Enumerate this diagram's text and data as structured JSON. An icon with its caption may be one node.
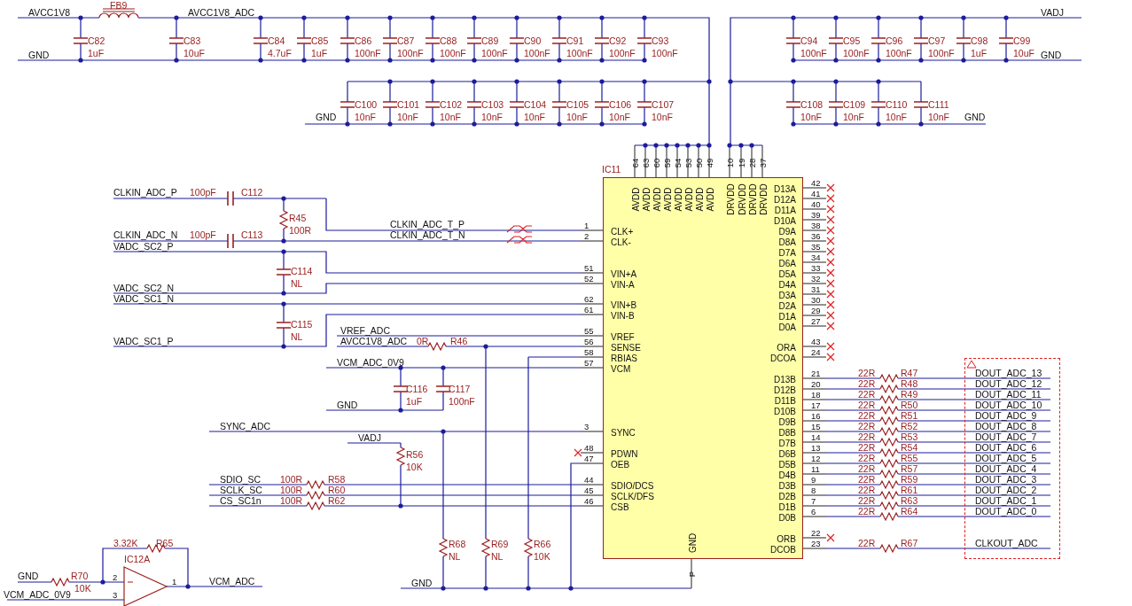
{
  "diagram": {
    "nodes": [
      {
        "text": [
          "IC11",
          "AVDD",
          "AVDD",
          "AVDD",
          "AVDD",
          "AVDD",
          "AVDD",
          "AVDD",
          "AVDD",
          "DRVDD",
          "DRVDD",
          "DRVDD",
          "DRVDD",
          "CLK+",
          "CLK-",
          "VIN+A",
          "VIN-A",
          "VIN+B",
          "VIN-B",
          "VREF",
          "SENSE",
          "RBIAS",
          "VCM",
          "SYNC",
          "PDWN",
          "OEB",
          "SDIO/DCS",
          "SCLK/DFS",
          "CSB",
          "D13A",
          "D12A",
          "D11A",
          "D10A",
          "D9A",
          "D8A",
          "D7A",
          "D6A",
          "D5A",
          "D4A",
          "D3A",
          "D2A",
          "D1A",
          "D0A",
          "ORA",
          "DCOA",
          "D13B",
          "D12B",
          "D11B",
          "D10B",
          "D9B",
          "D8B",
          "D7B",
          "D6B",
          "D5B",
          "D4B",
          "D3B",
          "D2B",
          "D1B",
          "D0B",
          "ORB",
          "DCOB",
          "GND"
        ]
      },
      {
        "text": [
          "IC12A"
        ],
        "beside": [
          "2",
          "1",
          "3"
        ]
      }
    ],
    "labels": [
      "AVCC1V8",
      "GND",
      "FB9",
      "AVCC1V8_ADC",
      "C82",
      "1uF",
      "C83",
      "10uF",
      "C84",
      "4.7uF",
      "C85",
      "1uF",
      "C86",
      "100nF",
      "C87",
      "100nF",
      "C88",
      "100nF",
      "C89",
      "100nF",
      "C90",
      "100nF",
      "C91",
      "100nF",
      "C92",
      "100nF",
      "C93",
      "100nF",
      "GND",
      "C100",
      "10nF",
      "C101",
      "10nF",
      "C102",
      "10nF",
      "C103",
      "10nF",
      "C104",
      "10nF",
      "C105",
      "10nF",
      "C106",
      "10nF",
      "C107",
      "10nF",
      "VADJ",
      "GND",
      "C94",
      "100nF",
      "C95",
      "100nF",
      "C96",
      "100nF",
      "C97",
      "100nF",
      "C98",
      "1uF",
      "C99",
      "10uF",
      "GND",
      "C108",
      "10nF",
      "C109",
      "10nF",
      "C110",
      "10nF",
      "C111",
      "10nF",
      "CLKIN_ADC_P",
      "100pF",
      "C112",
      "R45",
      "100R",
      "CLKIN_ADC_T_P",
      "CLKIN_ADC_N",
      "100pF",
      "C113",
      "CLKIN_ADC_T_N",
      "VADC_SC2_P",
      "C114",
      "NL",
      "VADC_SC2_N",
      "VADC_SC1_N",
      "C115",
      "NL",
      "VADC_SC1_P",
      "VREF_ADC",
      "AVCC1V8_ADC",
      "0R",
      "R46",
      "VCM_ADC_0V9",
      "C116",
      "1uF",
      "C117",
      "100nF",
      "GND",
      "SYNC_ADC",
      "VADJ",
      "R56",
      "10K",
      "SDIO_SC",
      "100R",
      "R58",
      "SCLK_SC",
      "100R",
      "R60",
      "CS_SC1n",
      "100R",
      "R62",
      "R68",
      "NL",
      "R69",
      "NL",
      "R66",
      "10K",
      "GND",
      "3.32K",
      "R65",
      "GND",
      "R70",
      "VCM_ADC",
      "10K",
      "VCM_ADC_0V9",
      "64",
      "63",
      "60",
      "59",
      "54",
      "53",
      "50",
      "49",
      "10",
      "19",
      "28",
      "37",
      "1",
      "2",
      "51",
      "52",
      "62",
      "61",
      "55",
      "56",
      "58",
      "57",
      "3",
      "48",
      "47",
      "44",
      "45",
      "46",
      "42",
      "41",
      "40",
      "39",
      "38",
      "36",
      "35",
      "34",
      "33",
      "32",
      "31",
      "30",
      "29",
      "27",
      "43",
      "24",
      "21",
      "20",
      "18",
      "17",
      "16",
      "15",
      "14",
      "13",
      "12",
      "11",
      "9",
      "8",
      "7",
      "6",
      "22",
      "23",
      "P",
      "22R",
      "R47",
      "DOUT_ADC_13",
      "22R",
      "R48",
      "DOUT_ADC_12",
      "22R",
      "R49",
      "DOUT_ADC_11",
      "22R",
      "R50",
      "DOUT_ADC_10",
      "22R",
      "R51",
      "DOUT_ADC_9",
      "22R",
      "R52",
      "DOUT_ADC_8",
      "22R",
      "R53",
      "DOUT_ADC_7",
      "22R",
      "R54",
      "DOUT_ADC_6",
      "22R",
      "R55",
      "DOUT_ADC_5",
      "22R",
      "R57",
      "DOUT_ADC_4",
      "22R",
      "R59",
      "DOUT_ADC_3",
      "22R",
      "R61",
      "DOUT_ADC_2",
      "22R",
      "R63",
      "DOUT_ADC_1",
      "22R",
      "R64",
      "DOUT_ADC_0",
      "22R",
      "R67",
      "CLKOUT_ADC"
    ]
  }
}
